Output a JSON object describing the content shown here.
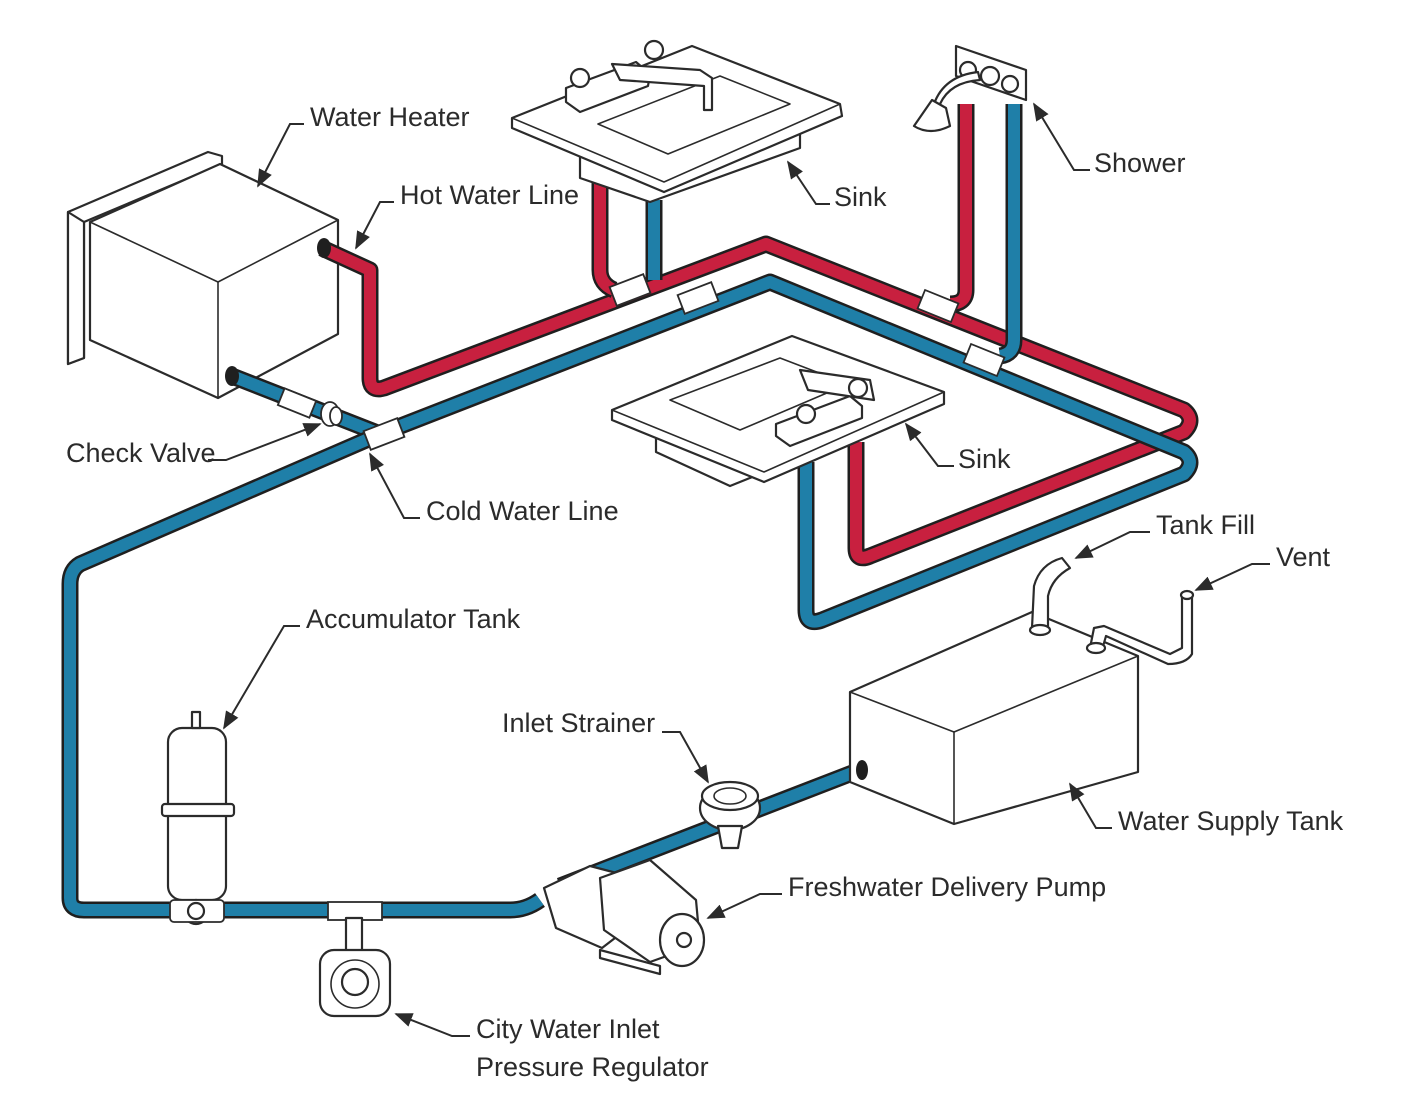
{
  "diagram": {
    "title": "RV Freshwater Plumbing System",
    "colors": {
      "hot_line": "#c8203f",
      "cold_line": "#1f7fa8",
      "outline": "#2b2b2b",
      "background": "#ffffff"
    },
    "labels": {
      "water_heater": "Water Heater",
      "hot_water_line": "Hot Water Line",
      "sink_upper": "Sink",
      "shower": "Shower",
      "check_valve": "Check Valve",
      "cold_water_line": "Cold Water Line",
      "sink_lower": "Sink",
      "tank_fill": "Tank Fill",
      "vent": "Vent",
      "accumulator_tank": "Accumulator Tank",
      "inlet_strainer": "Inlet Strainer",
      "water_supply_tank": "Water Supply Tank",
      "freshwater_delivery_pump": "Freshwater Delivery Pump",
      "city_water_inlet_line1": "City Water Inlet",
      "city_water_inlet_line2": "Pressure Regulator"
    },
    "components": [
      {
        "id": "water-heater",
        "icon": "water-heater-box"
      },
      {
        "id": "sink-upper",
        "icon": "sink"
      },
      {
        "id": "shower",
        "icon": "shower-head"
      },
      {
        "id": "sink-lower",
        "icon": "sink"
      },
      {
        "id": "check-valve",
        "icon": "valve"
      },
      {
        "id": "accumulator-tank",
        "icon": "pressure-tank"
      },
      {
        "id": "city-water-inlet",
        "icon": "inlet-flange"
      },
      {
        "id": "freshwater-pump",
        "icon": "pump-motor"
      },
      {
        "id": "inlet-strainer",
        "icon": "strainer"
      },
      {
        "id": "water-supply-tank",
        "icon": "tank"
      },
      {
        "id": "tank-fill",
        "icon": "fill-pipe"
      },
      {
        "id": "vent",
        "icon": "vent-pipe"
      }
    ]
  }
}
